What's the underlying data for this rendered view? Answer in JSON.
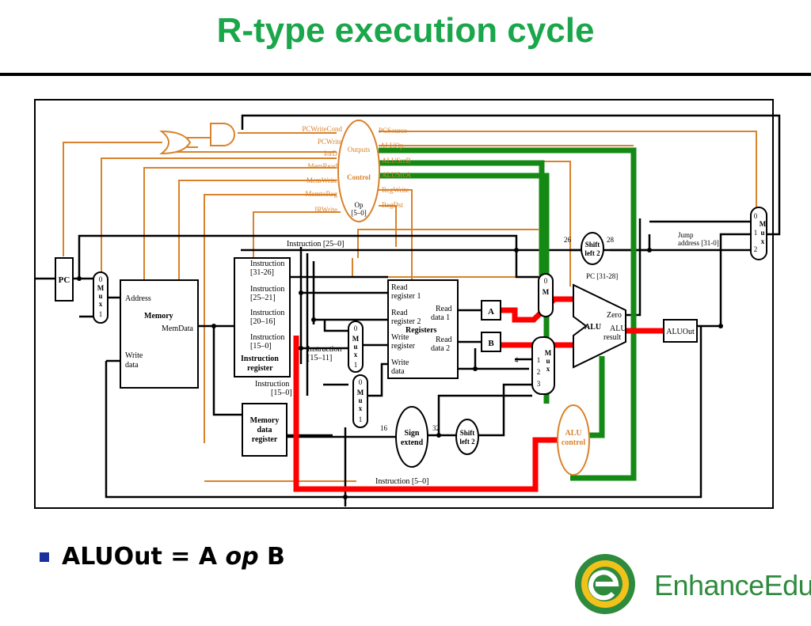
{
  "title": "R-type execution cycle",
  "bullet": {
    "prefix": "ALUOut = A ",
    "op": "op",
    "suffix": " B"
  },
  "logo": {
    "text": "EnhanceEdu"
  },
  "diagram": {
    "control_signals": {
      "PCWriteCond": "PCWriteCond",
      "PCWrite": "PCWrite",
      "IorD": "IorD",
      "MemRead": "MemRead",
      "MemWrite": "MemWrite",
      "MemtoReg": "MemtoReg",
      "IRWrite": "IRWrite",
      "PCSource": "PCSource",
      "ALUOp": "ALUOp",
      "ALUSrcB": "ALUSrcB",
      "ALUSrcA": "ALUSrcA",
      "RegWrite": "RegWrite",
      "RegDst": "RegDst"
    },
    "control": {
      "outputs": "Outputs",
      "name": "Control",
      "op": "Op",
      "op_bits": "[5–0]"
    },
    "pc": "PC",
    "mux": {
      "m": "M",
      "u": "u",
      "x": "x",
      "zero": "0",
      "one": "1",
      "two": "2",
      "three": "3",
      "four": "4"
    },
    "memory": {
      "name": "Memory",
      "address": "Address",
      "memdata": "MemData",
      "write": "Write",
      "data": "data"
    },
    "ir": {
      "i3126a": "Instruction",
      "i3126b": "[31-26]",
      "i2521a": "Instruction",
      "i2521b": "[25–21]",
      "i2016a": "Instruction",
      "i2016b": "[20–16]",
      "i150a": "Instruction",
      "i150b": "[15–0]",
      "name1": "Instruction",
      "name2": "register"
    },
    "instr_25_0": "Instruction [25–0]",
    "instr_15_11a": "Instruction",
    "instr_15_11b": "[15–11]",
    "instr_15_0a": "Instruction",
    "instr_15_0b": "[15–0]",
    "instr_5_0": "Instruction [5–0]",
    "mdr": {
      "l1": "Memory",
      "l2": "data",
      "l3": "register"
    },
    "registers": {
      "name": "Registers",
      "rr1a": "Read",
      "rr1b": "register 1",
      "rr2a": "Read",
      "rr2b": "register 2",
      "wra": "Write",
      "wrb": "register",
      "wda": "Write",
      "wdb": "data",
      "rd1a": "Read",
      "rd1b": "data 1",
      "rd2a": "Read",
      "rd2b": "data 2"
    },
    "reg_a": "A",
    "reg_b": "B",
    "alu": {
      "name": "ALU",
      "zero": "Zero",
      "alu": "ALU",
      "result": "result"
    },
    "aluout": "ALUOut",
    "alu_control": {
      "l1": "ALU",
      "l2": "control"
    },
    "sign_extend": {
      "l1": "Sign",
      "l2": "extend"
    },
    "shift_left": {
      "l1": "Shift",
      "l2": "left 2"
    },
    "bits": {
      "b16": "16",
      "b32": "32",
      "b26": "26",
      "b28": "28"
    },
    "jump": {
      "l1": "Jump",
      "l2": "address [31-0]"
    },
    "pc_31_28": "PC [31-28]"
  },
  "colors": {
    "title": "#1aa64a",
    "control": "#d9822b",
    "highlight_red": "#ff0000",
    "highlight_green": "#148a14",
    "bullet": "#1c2f9e"
  }
}
